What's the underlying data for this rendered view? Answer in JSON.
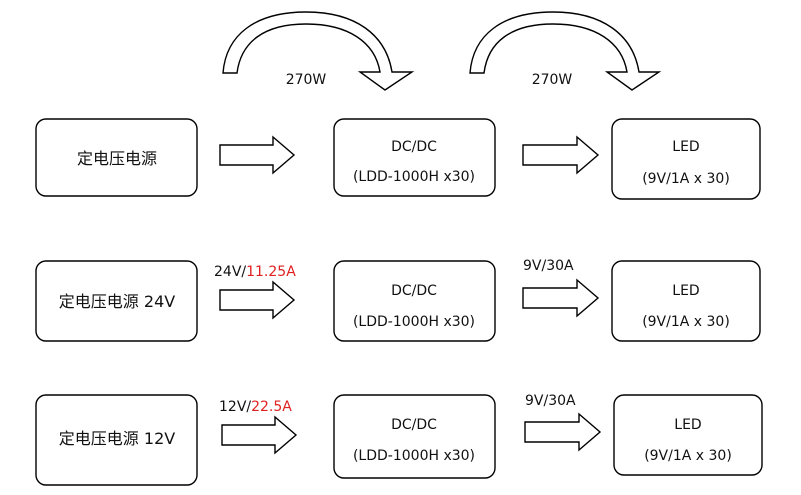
{
  "top_labels": {
    "first": "270W",
    "second": "270W"
  },
  "rows": [
    {
      "source": "定电压电源",
      "input_label": "",
      "input_value": "",
      "converter_title": "DC/DC",
      "converter_detail": "(LDD-1000H x30)",
      "output_label": "",
      "load_title": "LED",
      "load_detail": "(9V/1A x 30)"
    },
    {
      "source": "定电压电源 24V",
      "input_label": "24V/",
      "input_value": "11.25A",
      "converter_title": "DC/DC",
      "converter_detail": "(LDD-1000H x30)",
      "output_label": "9V/30A",
      "load_title": "LED",
      "load_detail": "(9V/1A x 30)"
    },
    {
      "source": "定电压电源 12V",
      "input_label": "12V/",
      "input_value": "22.5A",
      "converter_title": "DC/DC",
      "converter_detail": "(LDD-1000H x30)",
      "output_label": "9V/30A",
      "load_title": "LED",
      "load_detail": "(9V/1A x 30)"
    }
  ],
  "colors": {
    "highlight": "#e02020",
    "stroke": "#000000"
  }
}
